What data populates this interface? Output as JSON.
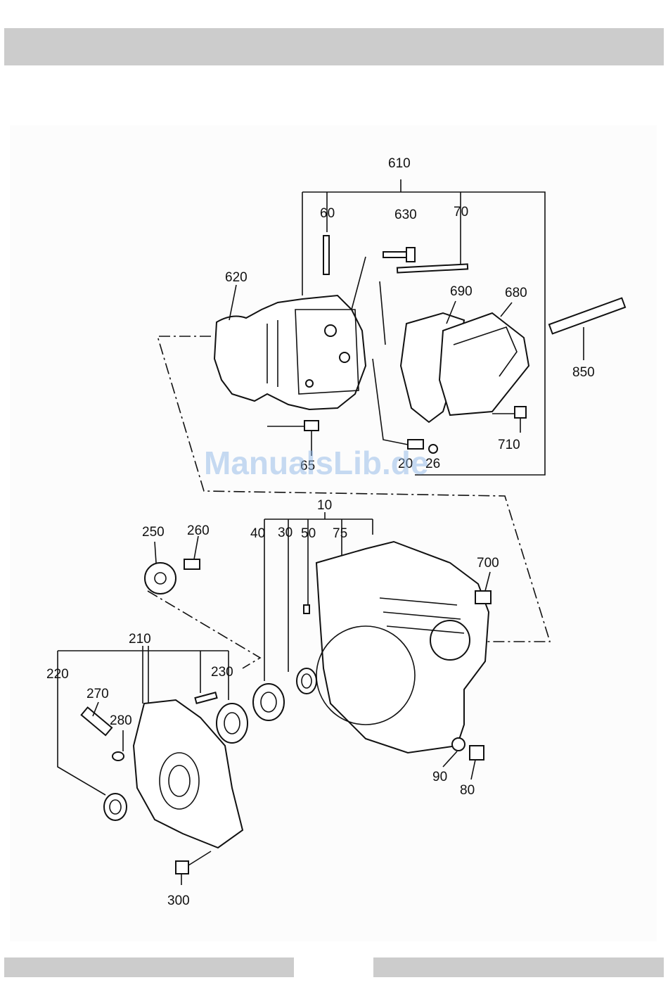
{
  "watermark": "ManualsLib.de",
  "part_labels": {
    "p610": "610",
    "p60": "60",
    "p630": "630",
    "p70": "70",
    "p620": "620",
    "p690": "690",
    "p680": "680",
    "p850": "850",
    "p710": "710",
    "p65": "65",
    "p20": "20",
    "p26": "26",
    "p10": "10",
    "p40": "40",
    "p30": "30",
    "p50": "50",
    "p75": "75",
    "p250": "250",
    "p260": "260",
    "p700": "700",
    "p210": "210",
    "p220": "220",
    "p230": "230",
    "p270": "270",
    "p280": "280",
    "p90": "90",
    "p80": "80",
    "p300": "300"
  }
}
